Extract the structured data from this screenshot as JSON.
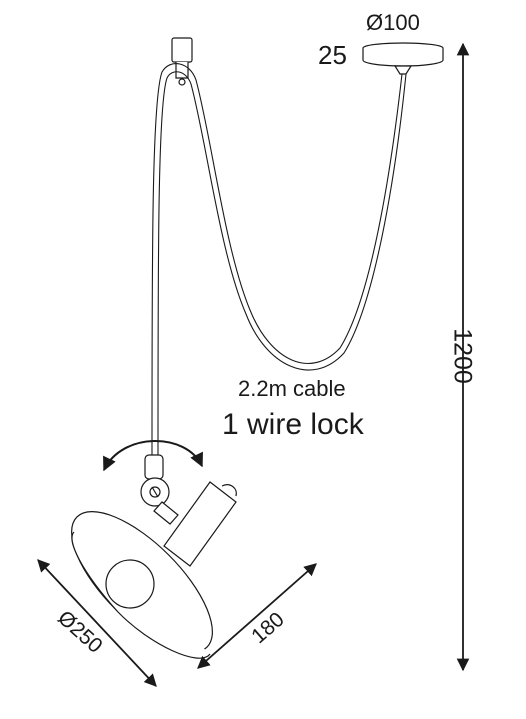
{
  "dimensions": {
    "canopy_diameter": "Ø100",
    "canopy_height": "25",
    "total_height": "1200",
    "shade_diameter": "Ø250",
    "shade_depth": "180"
  },
  "notes": {
    "cable": "2.2m cable",
    "wire_lock": "1 wire lock"
  },
  "colors": {
    "line": "#1a1a1a",
    "background": "#ffffff"
  }
}
